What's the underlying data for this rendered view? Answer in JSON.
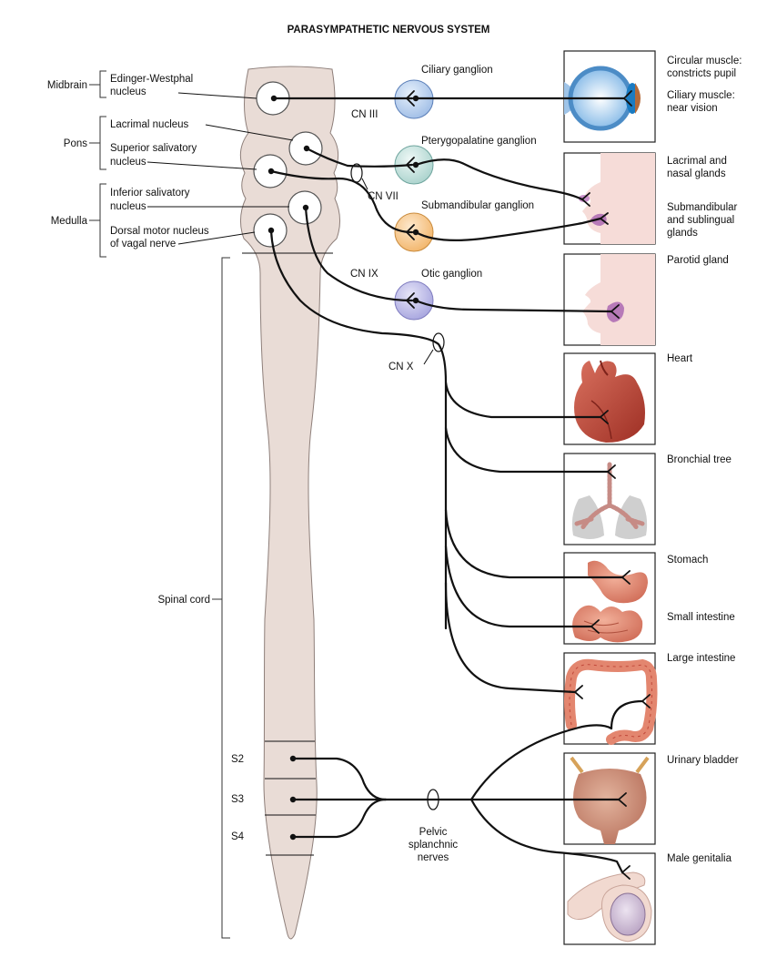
{
  "title": "PARASYMPATHETIC NERVOUS SYSTEM",
  "regions": {
    "midbrain": "Midbrain",
    "pons": "Pons",
    "medulla": "Medulla",
    "spinal_cord": "Spinal cord"
  },
  "nuclei": {
    "edinger_1": "Edinger-Westphal",
    "edinger_2": "nucleus",
    "lacrimal": "Lacrimal nucleus",
    "sup_sal_1": "Superior salivatory",
    "sup_sal_2": "nucleus",
    "inf_sal_1": "Inferior salivatory",
    "inf_sal_2": "nucleus",
    "dorsal_1": "Dorsal motor nucleus",
    "dorsal_2": "of vagal nerve"
  },
  "nerves": {
    "cn3": "CN III",
    "cn7": "CN VII",
    "cn9": "CN IX",
    "cn10": "CN X",
    "pelvic_1": "Pelvic",
    "pelvic_2": "splanchnic",
    "pelvic_3": "nerves"
  },
  "ganglia": {
    "ciliary": "Ciliary ganglion",
    "pterygopalatine": "Pterygopalatine ganglion",
    "submandibular": "Submandibular ganglion",
    "otic": "Otic ganglion"
  },
  "sacral": {
    "s2": "S2",
    "s3": "S3",
    "s4": "S4"
  },
  "targets": {
    "circular_1": "Circular muscle:",
    "circular_2": "constricts pupil",
    "ciliary_1": "Ciliary muscle:",
    "ciliary_2": "near vision",
    "lacrimal_1": "Lacrimal and",
    "lacrimal_2": "nasal glands",
    "submand_1": "Submandibular",
    "submand_2": "and sublingual",
    "submand_3": "glands",
    "parotid": "Parotid gland",
    "heart": "Heart",
    "bronchial": "Bronchial tree",
    "stomach": "Stomach",
    "small_intestine": "Small intestine",
    "large_intestine": "Large intestine",
    "bladder": "Urinary bladder",
    "genitalia": "Male genitalia"
  },
  "colors": {
    "cord": "#e9dcd6",
    "ciliary_ganglion": "#b8cfee",
    "pterygopalatine_ganglion": "#c9e3e0",
    "submandibular_ganglion": "#f6c98e",
    "otic_ganglion": "#c3c2ea",
    "organ_red": "#c0483a",
    "organ_pink": "#e3866f"
  }
}
